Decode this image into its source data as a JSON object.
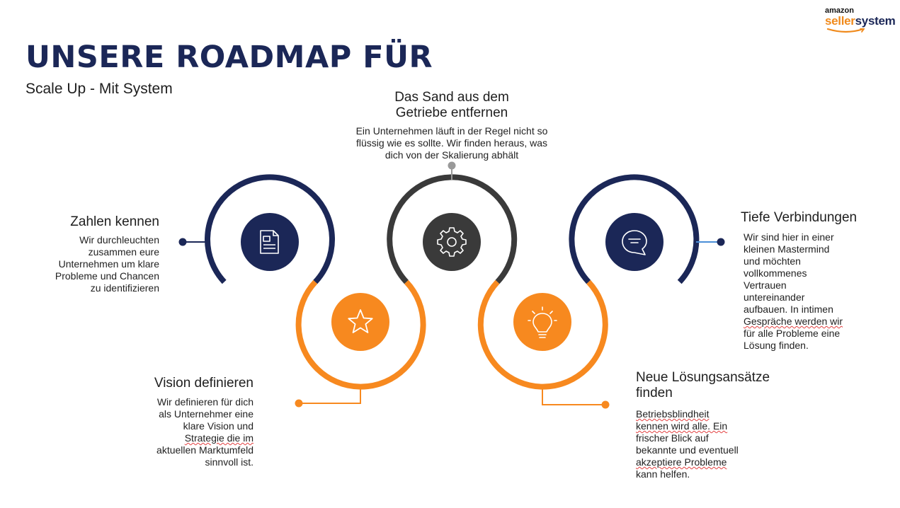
{
  "header": {
    "title": "UNSERE ROADMAP FÜR",
    "subtitle": "Scale Up - Mit System"
  },
  "logo": {
    "line1": "amazon",
    "seller": "seller",
    "system": "system"
  },
  "steps": [
    {
      "heading": "Zahlen kennen",
      "lines": [
        "Wir durchleuchten",
        "zusammen eure",
        "Unternehmen um klare",
        "Probleme und Chancen",
        "zu identifizieren"
      ],
      "icon": "document-icon"
    },
    {
      "heading": "Vision definieren",
      "lines": [
        "Wir definieren für dich",
        "als Unternehmer eine",
        "klare Vision und",
        "Strategie die im",
        "aktuellen Marktumfeld",
        "sinnvoll ist."
      ],
      "icon": "star-icon"
    },
    {
      "heading_lines": [
        "Das Sand aus dem",
        "Getriebe entfernen"
      ],
      "lines": [
        "Ein Unternehmen läuft in der Regel nicht so",
        "flüssig wie es sollte. Wir finden heraus, was",
        "dich von der Skalierung abhält"
      ],
      "icon": "gear-icon"
    },
    {
      "heading_lines": [
        "Neue Lösungsansätze",
        "finden"
      ],
      "lines": [
        "Betriebsblindheit",
        "kennen wird alle. Ein",
        "frischer Blick auf",
        "bekannte und eventuell",
        "akzeptiere Probleme",
        "kann helfen."
      ],
      "icon": "lightbulb-icon"
    },
    {
      "heading": "Tiefe Verbindungen",
      "lines": [
        "Wir sind hier in einer",
        "kleinen Mastermind",
        "und möchten",
        "vollkommenes",
        "Vertrauen",
        "untereinander",
        "aufbauen. In intimen",
        "Gespräche werden wir",
        "für alle Probleme eine",
        "Lösung finden."
      ],
      "icon": "chat-icon"
    }
  ],
  "colors": {
    "navy": "#1b2757",
    "orange": "#f7891f",
    "dark_gray": "#3a3a3a",
    "light_gray": "#999999",
    "connector_blue": "#4a8fd8"
  }
}
